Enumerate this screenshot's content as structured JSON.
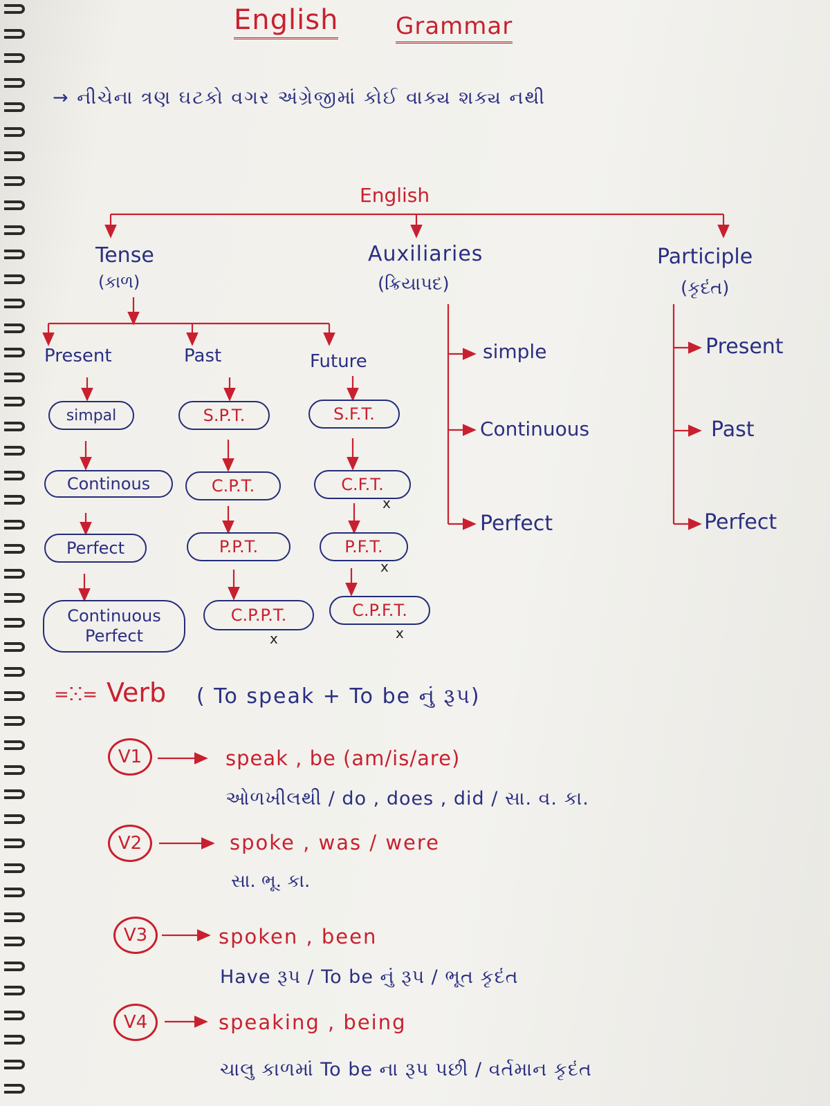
{
  "header": {
    "title_word1": "English",
    "title_word2": "Grammar",
    "intro": "→ નીચેના ત્રણ ઘટકો વગર અંગ્રેજીમાં કોઈ વાક્ય શક્ય નથી"
  },
  "tree": {
    "root": "English",
    "tense": {
      "label": "Tense",
      "sub": "(કાળ)"
    },
    "auxiliaries": {
      "label": "Auxiliaries",
      "sub": "(ક્રિયાપદ)"
    },
    "participle": {
      "label": "Participle",
      "sub": "(કૃદંત)"
    },
    "tense_columns": [
      {
        "heading": "Present",
        "items": [
          "simpal",
          "Continous",
          "Perfect",
          "Continuous Perfect"
        ]
      },
      {
        "heading": "Past",
        "items": [
          "S.P.T.",
          "C.P.T.",
          "P.P.T.",
          "C.P.P.T."
        ]
      },
      {
        "heading": "Future",
        "items": [
          "S.F.T.",
          "C.F.T.",
          "P.F.T.",
          "C.P.F.T."
        ]
      }
    ],
    "aux_items": [
      "simple",
      "Continuous",
      "Perfect"
    ],
    "participle_items": [
      "Present",
      "Past",
      "Perfect"
    ],
    "cross_mark": "x"
  },
  "verb": {
    "bullet": "=ⵘ=",
    "heading": "Verb",
    "heading_note": "( To speak + To be નું રૂપ)",
    "forms": [
      {
        "tag": "V1",
        "line1": "speak , be (am/is/are)",
        "line2": "ઓળખીલથી / do , does , did / સા. વ. કા."
      },
      {
        "tag": "V2",
        "line1": "spoke , was / were",
        "line2": "સા. ભૂ. કા."
      },
      {
        "tag": "V3",
        "line1": "spoken , been",
        "line2": "Have રૂપ / To be નું રૂપ / ભૂત કૃદંત"
      },
      {
        "tag": "V4",
        "line1": "speaking , being",
        "line2": "ચાલુ કાળમાં To be ના રૂપ પછી / વર્તમાન કૃદંત"
      }
    ]
  }
}
